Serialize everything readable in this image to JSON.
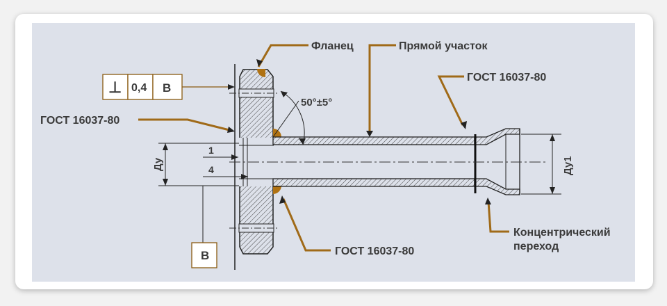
{
  "labels": {
    "flange": "Фланец",
    "straight": "Прямой участок",
    "gost_right": "ГОСТ 16037-80",
    "gost_left": "ГОСТ 16037-80",
    "gost_bottom": "ГОСТ 16037-80",
    "angle": "50°±5°",
    "concentric_line1": "Концентрический",
    "concentric_line2": "переход",
    "dim_1": "1",
    "dim_4": "4",
    "du": "Ду",
    "du1": "Ду1"
  },
  "tolerance_frame": {
    "symbol": "⊥",
    "value": "0,4",
    "datum": "В"
  },
  "datum_box": "В",
  "colors": {
    "leader": "#a06a18",
    "line": "#222222",
    "panel": "#dde1ea",
    "text": "#3a3a3a"
  }
}
